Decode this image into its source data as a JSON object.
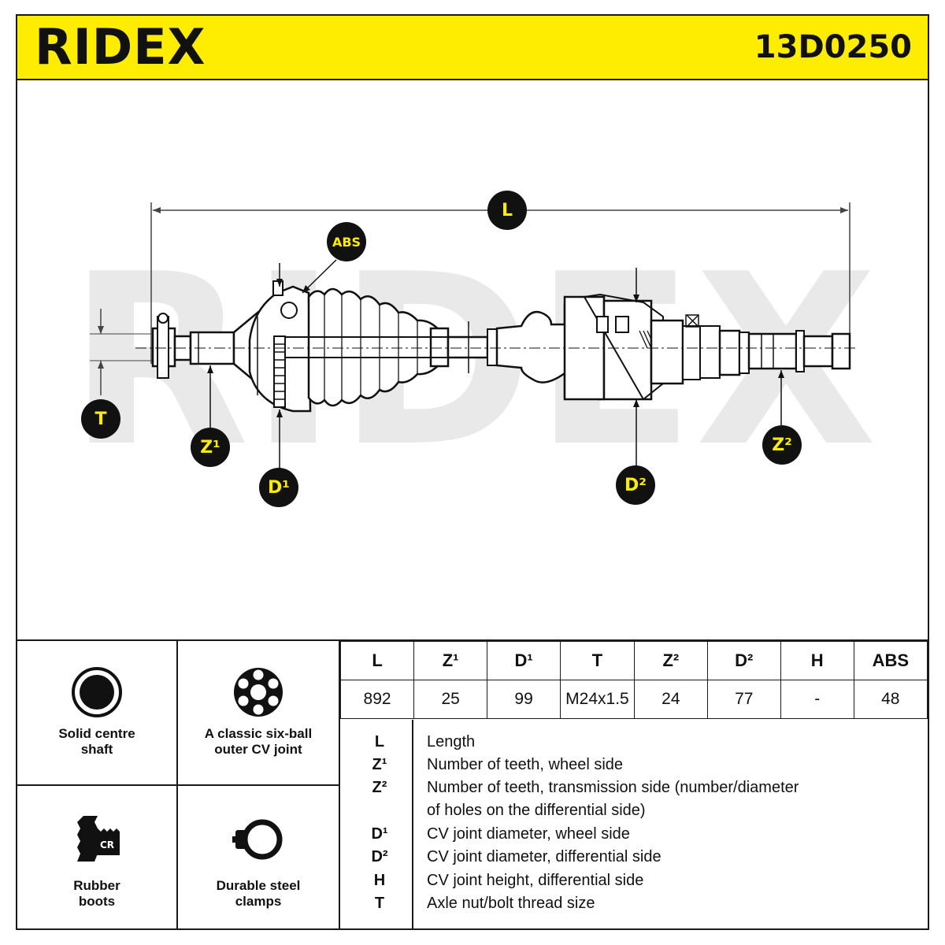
{
  "header": {
    "brand": "RIDEX",
    "part_number": "13D0250"
  },
  "diagram": {
    "watermark": "RIDEX",
    "callouts": {
      "L": "L",
      "ABS": "ABS",
      "T": "T",
      "Z1": "Z¹",
      "D1": "D¹",
      "D2": "D²",
      "Z2": "Z²"
    }
  },
  "features": [
    {
      "label": "Solid centre shaft",
      "icon": "solid-circle-icon"
    },
    {
      "label": "A classic six-ball outer CV joint",
      "icon": "six-ball-joint-icon"
    },
    {
      "label": "Rubber boots",
      "icon": "cr-rubber-boot-icon"
    },
    {
      "label": "Durable steel clamps",
      "icon": "steel-clamp-icon"
    }
  ],
  "spec_table": {
    "headers": [
      "L",
      "Z¹",
      "D¹",
      "T",
      "Z²",
      "D²",
      "H",
      "ABS"
    ],
    "values": [
      "892",
      "25",
      "99",
      "M24x1.5",
      "24",
      "77",
      "-",
      "48"
    ]
  },
  "legend": [
    {
      "key": "L",
      "text": "Length"
    },
    {
      "key": "Z¹",
      "text": "Number of teeth, wheel side"
    },
    {
      "key": "Z²",
      "text": "Number of teeth, transmission side (number/diameter"
    },
    {
      "key": "",
      "text": "of holes on the differential side)"
    },
    {
      "key": "D¹",
      "text": "CV joint diameter, wheel side"
    },
    {
      "key": "D²",
      "text": "CV joint diameter, differential side"
    },
    {
      "key": "H",
      "text": "CV joint height, differential side"
    },
    {
      "key": "T",
      "text": "Axle nut/bolt thread size"
    }
  ]
}
